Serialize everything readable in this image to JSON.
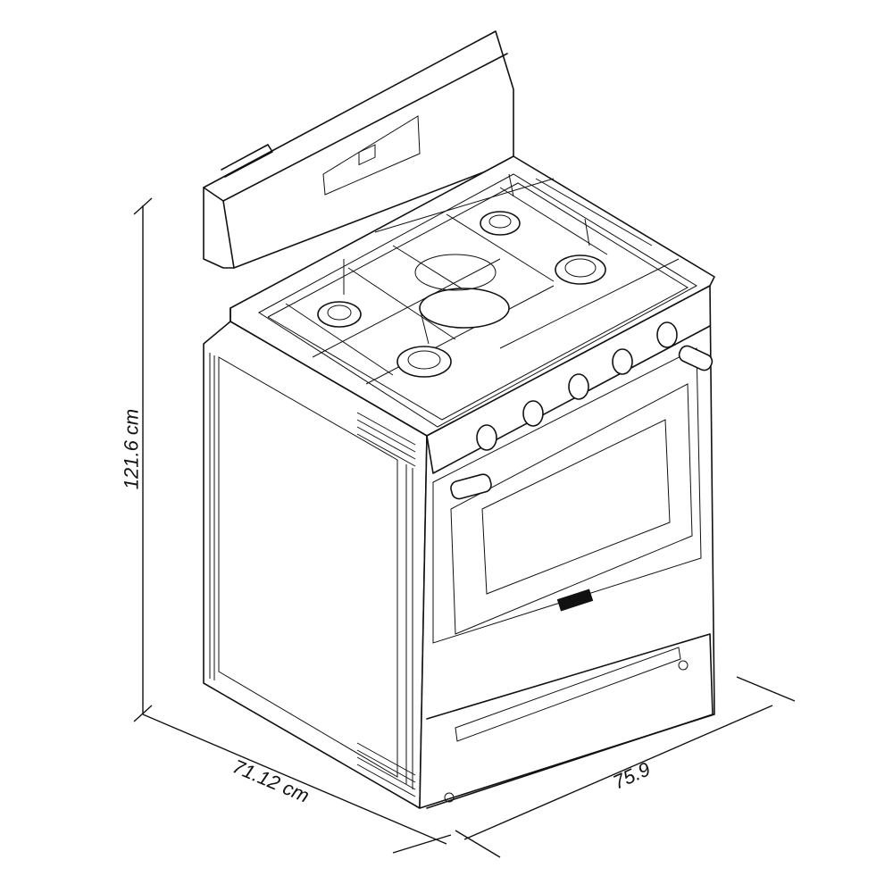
{
  "dimensions": {
    "height": "121.6 cm",
    "depth": "71.12 cm",
    "width": "75.9"
  }
}
